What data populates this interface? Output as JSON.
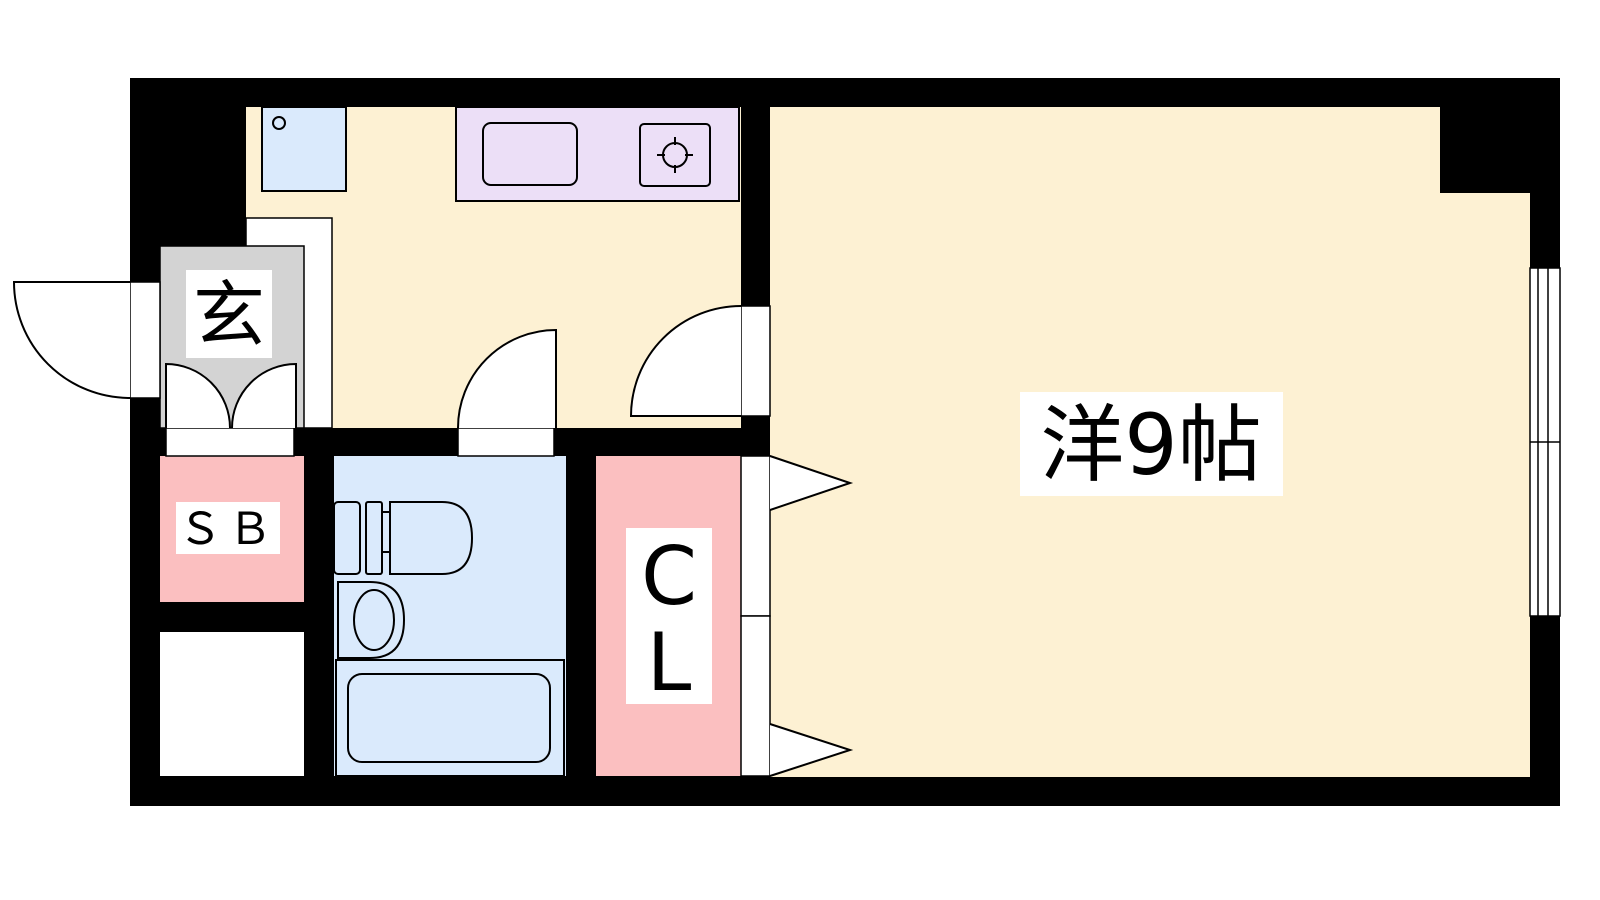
{
  "floor_plan": {
    "rooms": {
      "western_room": {
        "label": "洋9帖"
      },
      "closet": {
        "label_line1": "C",
        "label_line2": "L"
      },
      "shoe_box": {
        "label": "ＳＢ"
      },
      "entrance": {
        "label": "玄"
      },
      "kitchen": {
        "label": ""
      },
      "bathroom": {
        "label": ""
      },
      "storage": {
        "label": ""
      }
    },
    "colors": {
      "wall": "#000000",
      "room_floor": "#fdf1d3",
      "closet": "#fbbfc0",
      "bathroom": "#daeafc",
      "kitchen_counter": "#ecdff7",
      "fridge": "#daeafc",
      "entrance_floor": "#d3d3d3",
      "label_bg": "#ffffff"
    }
  }
}
